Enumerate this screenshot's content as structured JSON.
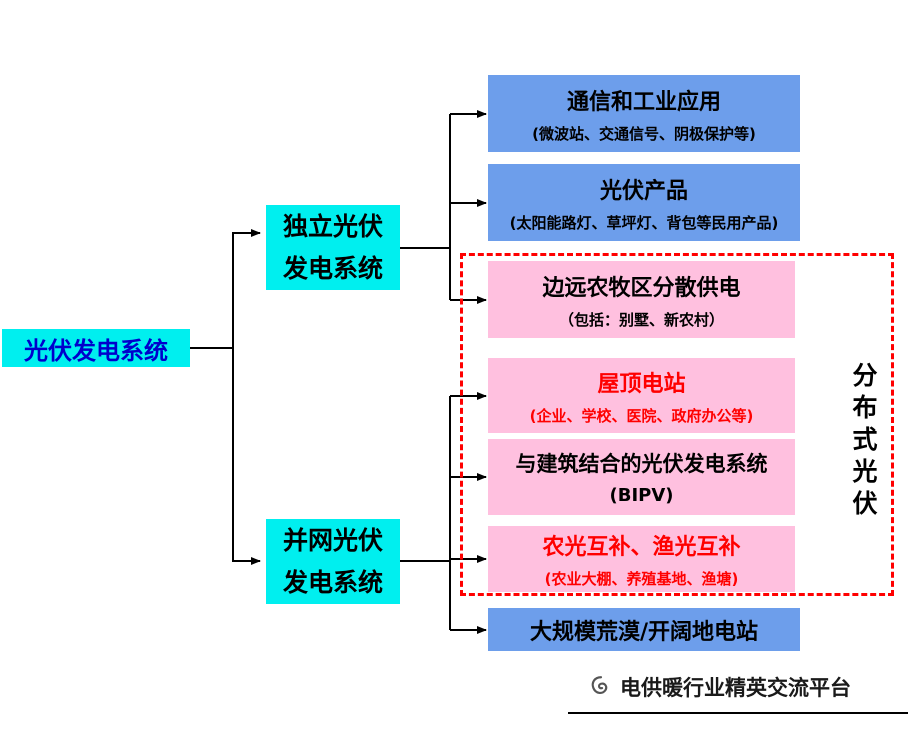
{
  "root": {
    "label": "光伏发电系统"
  },
  "branches": {
    "standalone": {
      "line1": "独立光伏",
      "line2": "发电系统"
    },
    "grid": {
      "line1": "并网光伏",
      "line2": "发电系统"
    }
  },
  "leaves": [
    {
      "title": "通信和工业应用",
      "subtitle": "(微波站、交通信号、阴极保护等)"
    },
    {
      "title": "光伏产品",
      "subtitle": "(太阳能路灯、草坪灯、背包等民用产品)"
    },
    {
      "title": "边远农牧区分散供电",
      "subtitle": "（包括：别墅、新农村）"
    },
    {
      "title": "屋顶电站",
      "subtitle": "(企业、学校、医院、政府办公等)"
    },
    {
      "title": "与建筑结合的光伏发电系统",
      "subtitle": "(BIPV)"
    },
    {
      "title": "农光互补、渔光互补",
      "subtitle": "(农业大棚、养殖基地、渔塘)"
    },
    {
      "title": "大规模荒漠/开阔地电站"
    }
  ],
  "distributed": {
    "label": "分布式光伏"
  },
  "watermark": {
    "text": "电供暖行业精英交流平台"
  },
  "colors": {
    "cyan": "#00efef",
    "blue": "#6d9eeb",
    "pink": "#ffc0df",
    "red": "#ff0000",
    "navy": "#0000cc",
    "black": "#000000"
  }
}
